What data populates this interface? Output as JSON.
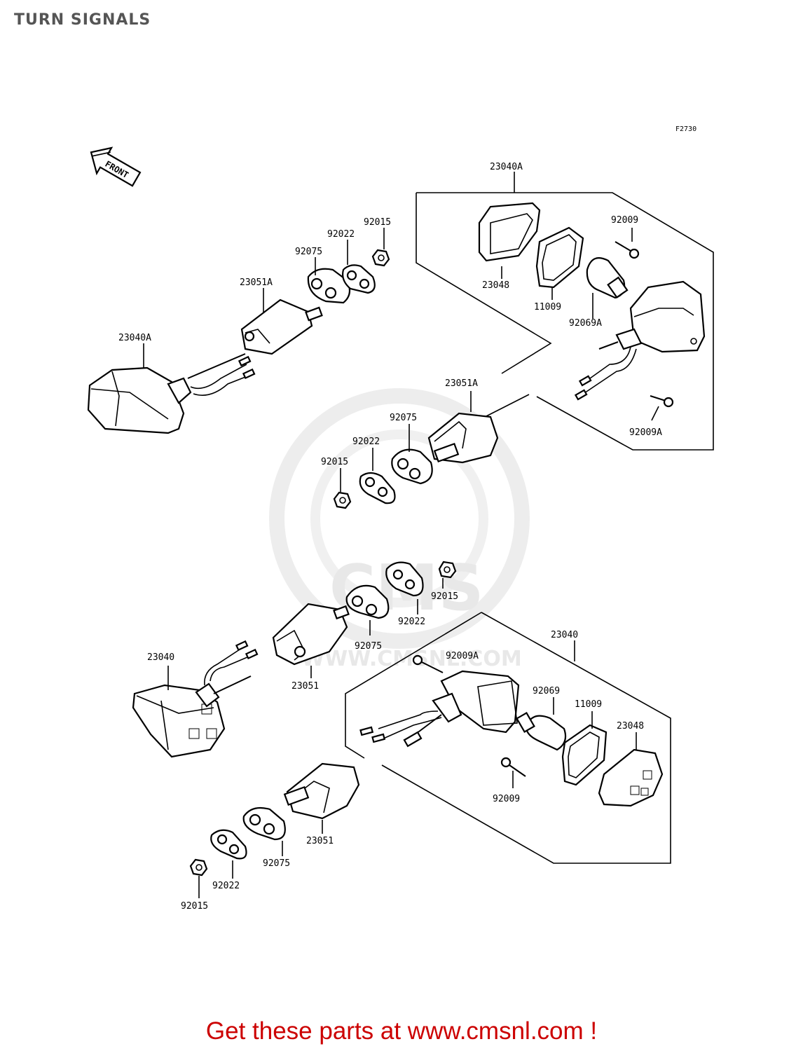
{
  "title": "TURN SIGNALS",
  "figure_code": "F2730",
  "watermark": "WWW.CMSNL.COM",
  "watermark_logo": "CMS",
  "front_arrow": "FRONT",
  "cta": "Get these parts at www.cmsnl.com !",
  "callouts": {
    "tr_23040A": "23040A",
    "tr_92009": "92009",
    "tr_23048": "23048",
    "tr_11009": "11009",
    "tr_92069A": "92069A",
    "tr_92009A": "92009A",
    "tr_23051A": "23051A",
    "tr_92075": "92075",
    "tr_92022": "92022",
    "tr_92015": "92015",
    "tl_92015": "92015",
    "tl_92022": "92022",
    "tl_92075": "92075",
    "tl_23051A": "23051A",
    "tl_23040A": "23040A",
    "bl_92015": "92015",
    "bl_92022": "92022",
    "bl_92075": "92075",
    "bl_23040": "23040",
    "bl_23051": "23051",
    "br_23040": "23040",
    "br_92009A": "92009A",
    "br_92069": "92069",
    "br_11009": "11009",
    "br_23048": "23048",
    "br_92009": "92009",
    "br_23051": "23051",
    "br_92075": "92075",
    "br_92022": "92022",
    "br_92015": "92015"
  }
}
